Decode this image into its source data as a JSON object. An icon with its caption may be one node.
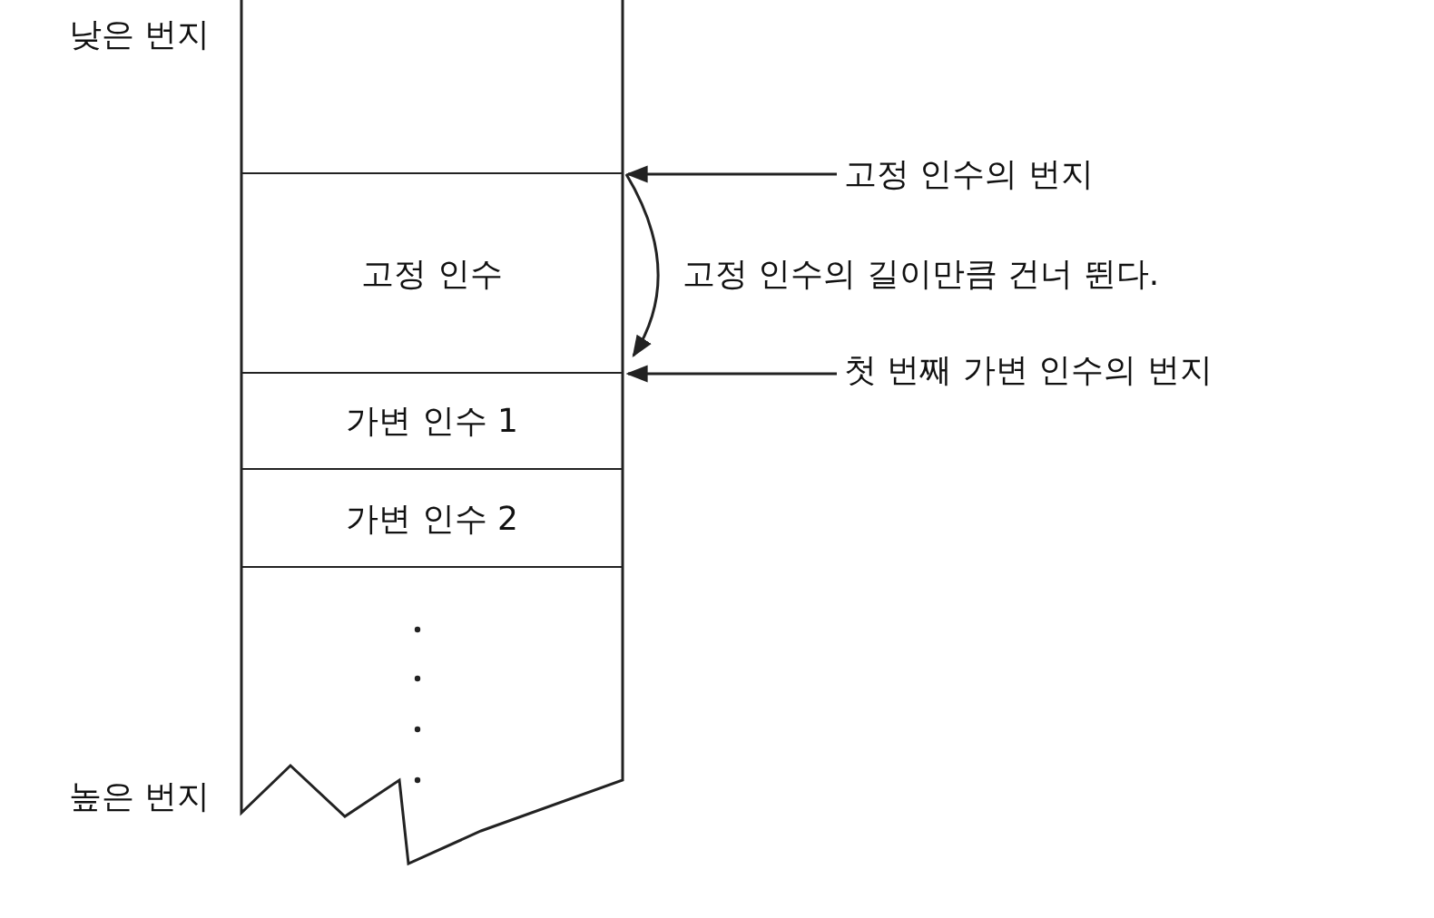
{
  "diagram": {
    "nodes": [
      {
        "text": [
          "고정 인수"
        ]
      },
      {
        "text": [
          "가변 인수 1"
        ]
      },
      {
        "text": [
          "가변 인수 2"
        ]
      },
      {
        "text": [
          "고정 인수의 번지"
        ]
      },
      {
        "text": [
          "첫 번째 가변 인수의 번지"
        ]
      }
    ],
    "edges": [
      {
        "from": 3,
        "to": 0,
        "arrow": "to"
      },
      {
        "from": 4,
        "to": 1,
        "arrow": "to"
      },
      {
        "from": 0,
        "to": 1,
        "arrow": "to",
        "label": "고정 인수의 길이만큼 건너 뛴다."
      }
    ],
    "labels": [
      "낮은 번지",
      "높은 번지"
    ]
  }
}
